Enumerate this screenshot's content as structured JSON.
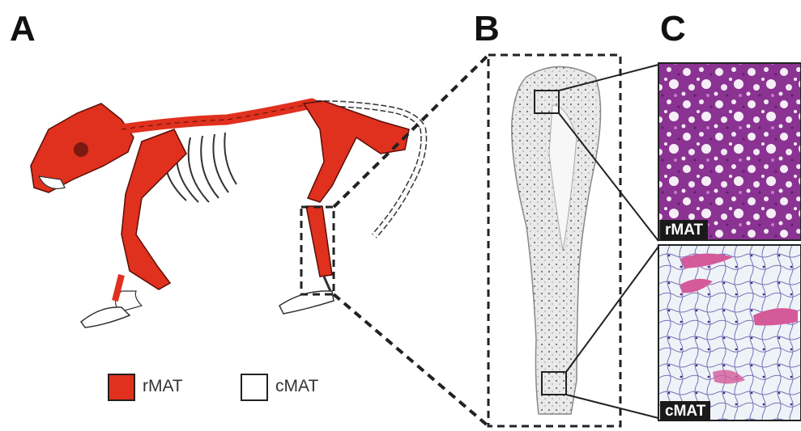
{
  "panels": {
    "a": "A",
    "b": "B",
    "c": "C"
  },
  "legend": {
    "red_label": "rMAT",
    "white_label": "cMAT",
    "red_color": "#e0301e",
    "white_color": "#ffffff"
  },
  "micrographs": {
    "top_tag": "rMAT",
    "bottom_tag": "cMAT",
    "top_stain_color": "#9b3fa0",
    "bottom_stain_color": "#d45a9a"
  },
  "icons": [
    "rat-skeleton-illustration",
    "tibia-section-image",
    "histology-micrograph"
  ]
}
